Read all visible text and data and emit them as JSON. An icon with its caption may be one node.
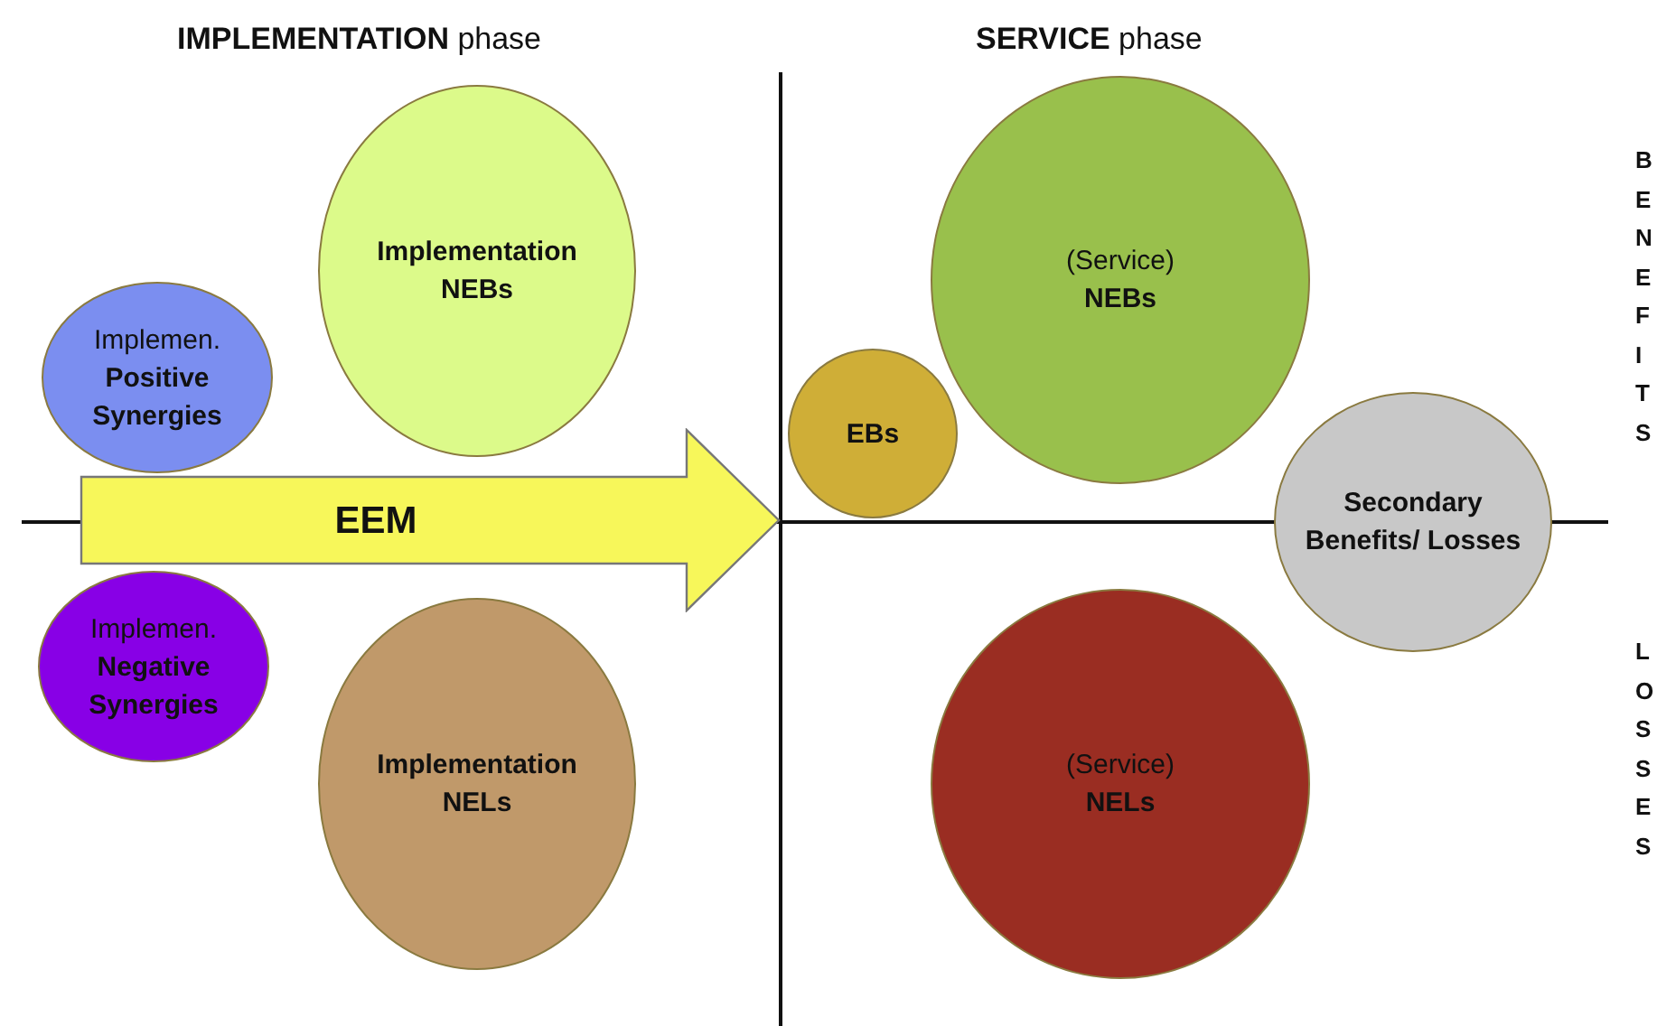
{
  "diagram": {
    "nodes": [
      {
        "text": [
          "Implementation NEBs"
        ]
      },
      {
        "text": [
          "Implemen.",
          "Positive Synergies"
        ]
      },
      {
        "text": [
          "EEM"
        ]
      },
      {
        "text": [
          "Implemen.",
          "Negative Synergies"
        ]
      },
      {
        "text": [
          "Implementation NELs"
        ]
      },
      {
        "text": [
          "EBs"
        ]
      },
      {
        "text": [
          "(Service)",
          "NEBs"
        ]
      },
      {
        "text": [
          "Secondary Benefits/ Losses"
        ]
      },
      {
        "text": [
          "(Service)",
          "NELs"
        ]
      }
    ],
    "labels": [
      "**IMPLEMENTATION** phase",
      "**SERVICE** phase",
      "BENEFITS",
      "LOSSES"
    ]
  }
}
